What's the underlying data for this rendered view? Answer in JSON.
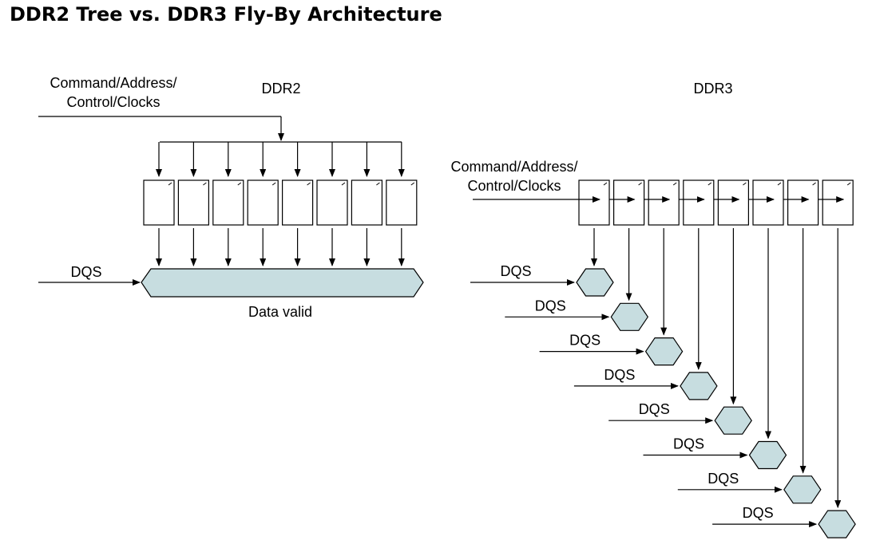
{
  "title": "DDR2 Tree vs. DDR3 Fly-By Architecture",
  "ddr2": {
    "heading": "DDR2",
    "command_label": [
      "Command/Address/",
      "Control/Clocks"
    ],
    "dqs_label": "DQS",
    "data_valid_label": "Data valid",
    "chip_count": 8
  },
  "ddr3": {
    "heading": "DDR3",
    "command_label": [
      "Command/Address/",
      "Control/Clocks"
    ],
    "dqs_labels": [
      "DQS",
      "DQS",
      "DQS",
      "DQS",
      "DQS",
      "DQS",
      "DQS",
      "DQS"
    ],
    "chip_count": 8
  },
  "colors": {
    "hexagon_fill": "#c7dde0",
    "stroke": "#000000"
  }
}
